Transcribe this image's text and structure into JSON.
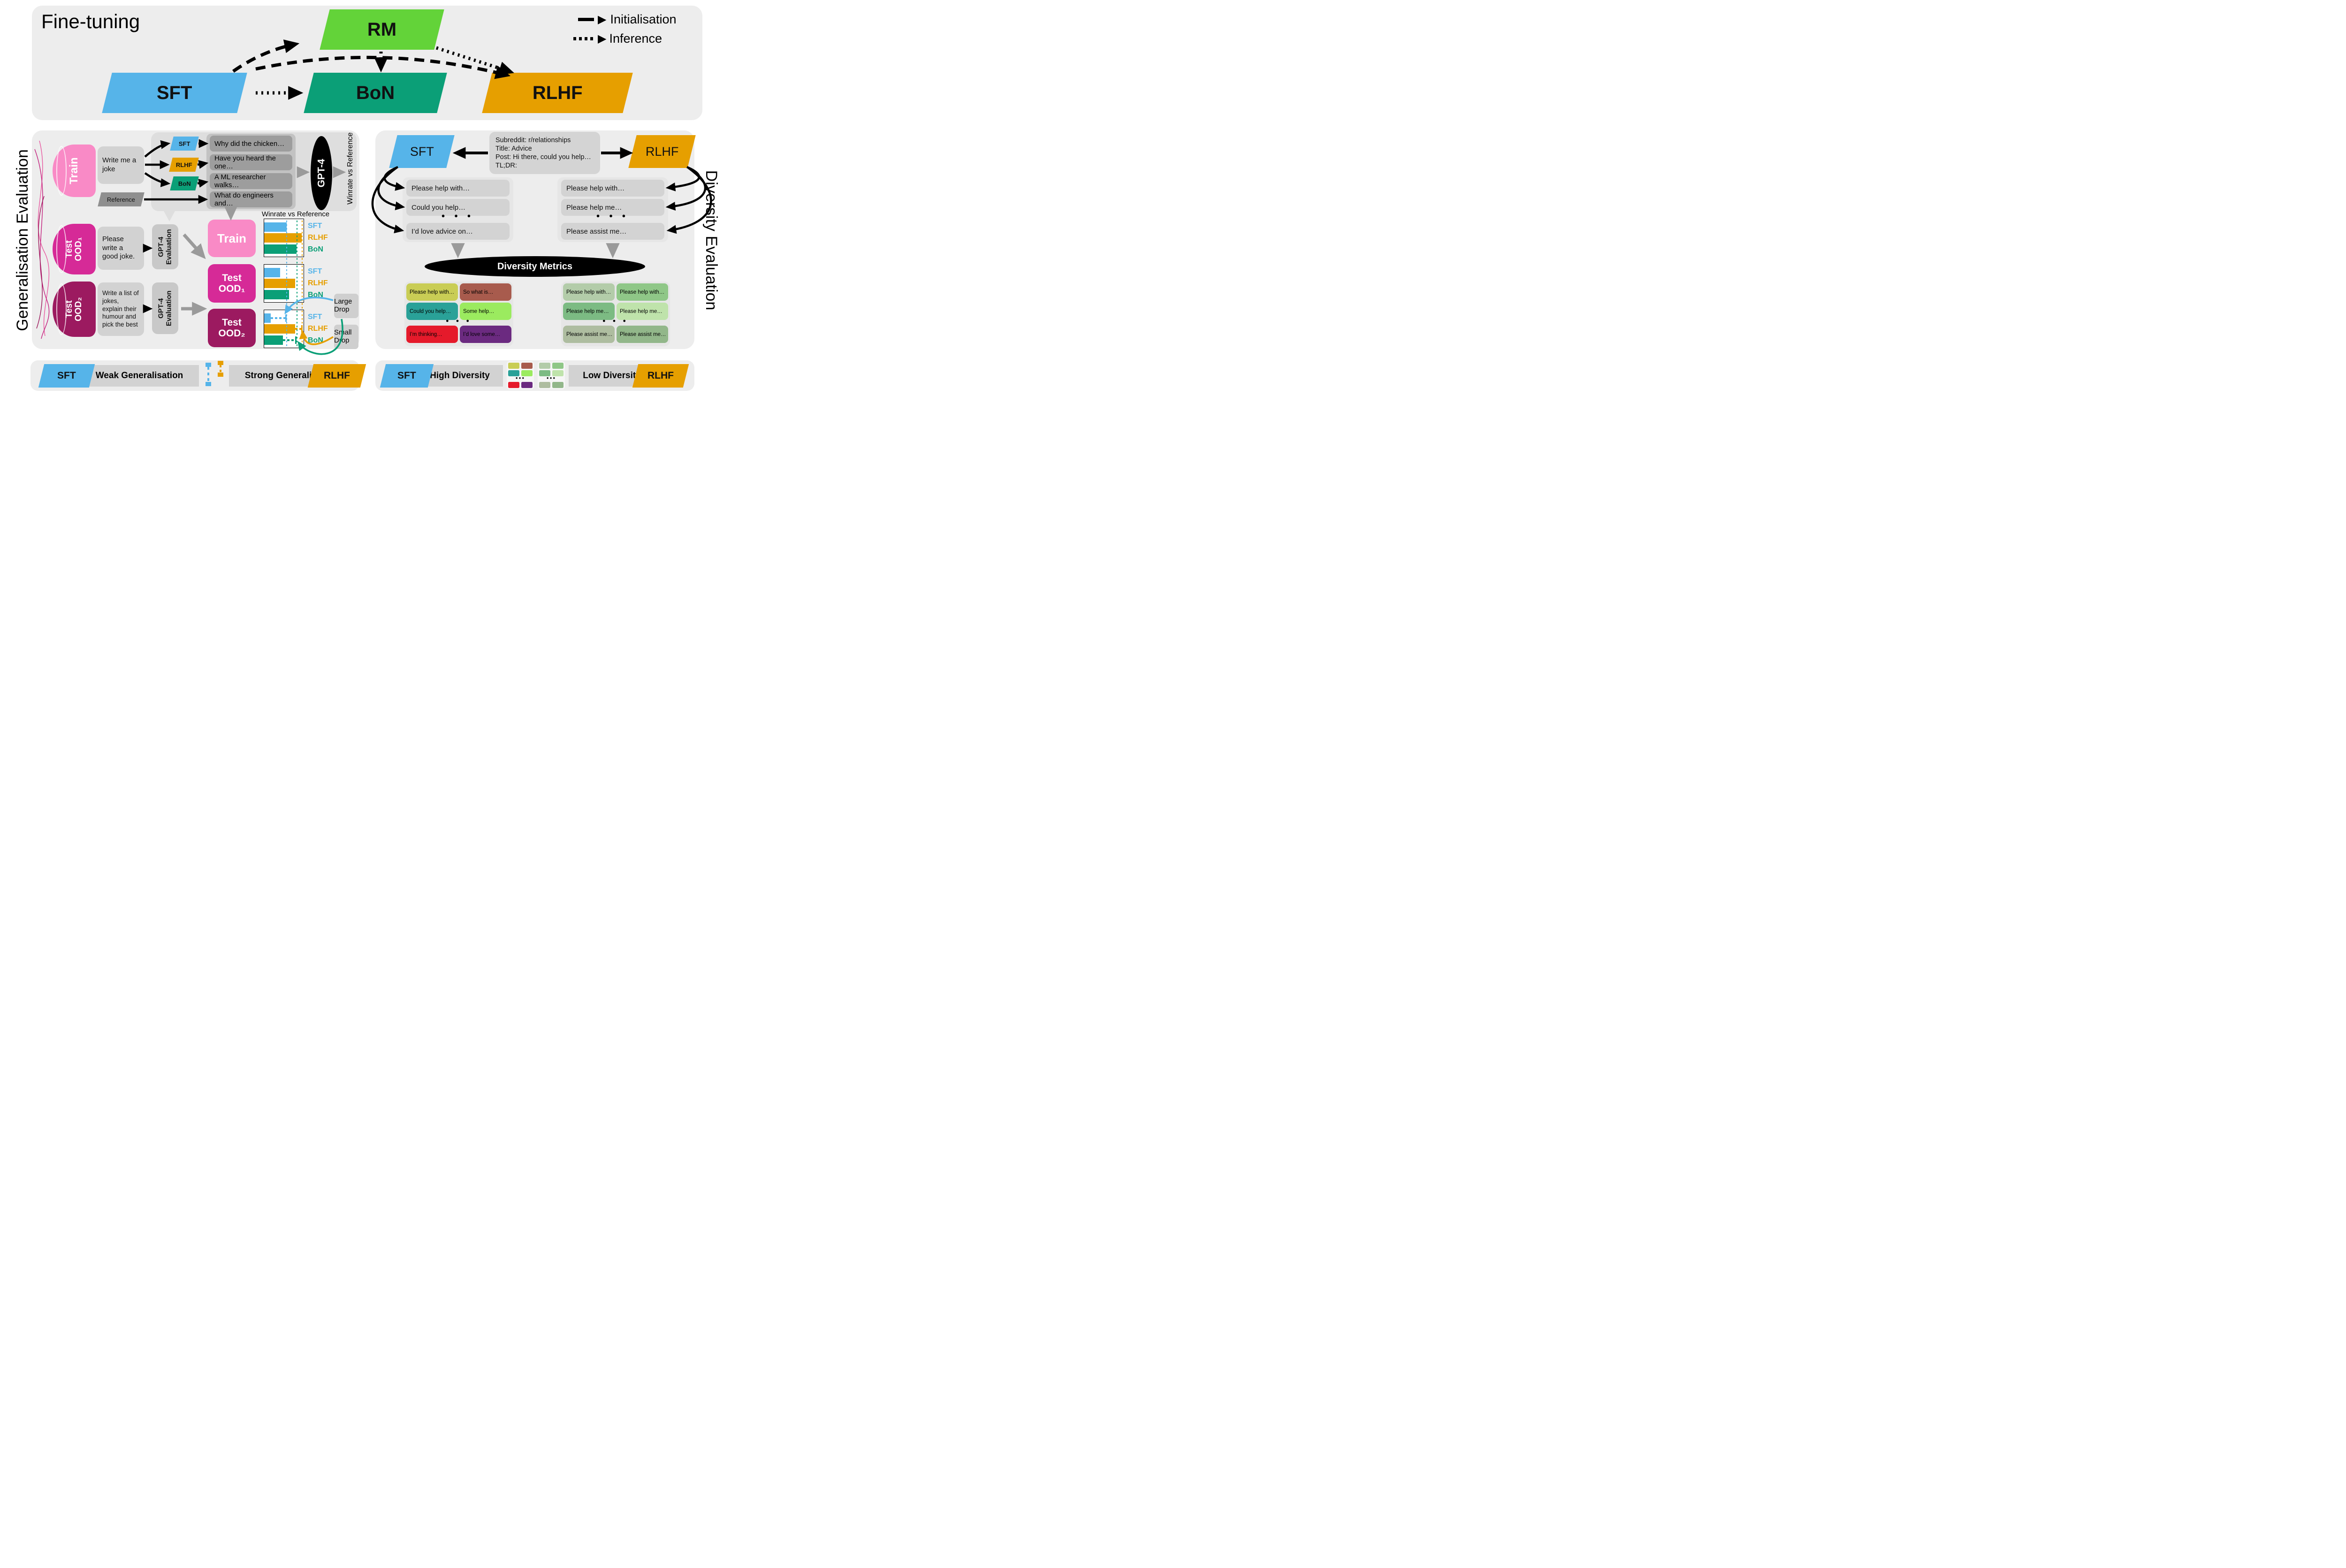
{
  "palette": {
    "sft_blue": "#56B4E9",
    "rlhf_orange": "#E69F00",
    "bon_teal": "#0B9F77",
    "rm_green": "#63D339",
    "train_pink": "#F98AC6",
    "ood1_magenta": "#D62A97",
    "ood2_maroon": "#9C1A60",
    "section_bg": "#EDEDED",
    "panel_grey": "#DEDEDE",
    "resp_grey": "#9D9D9D",
    "ref_grey": "#8F8F8F",
    "black": "#000000"
  },
  "fine_tuning": {
    "title": "Fine-tuning",
    "nodes": {
      "rm": "RM",
      "sft": "SFT",
      "bon": "BoN",
      "rlhf": "RLHF"
    },
    "legend": [
      {
        "style": "dashed",
        "label": "Initialisation"
      },
      {
        "style": "dotted",
        "label": "Inference"
      }
    ],
    "arrow_glyph": "▶"
  },
  "generalisation": {
    "section_label": "Generalisation Evaluation",
    "rows": [
      {
        "dataset_line1": "Train",
        "dataset_line2": "",
        "prompt": "Write me a joke"
      },
      {
        "dataset_line1": "Test",
        "dataset_line2": "OOD₁",
        "prompt": "Please write a good joke."
      },
      {
        "dataset_line1": "Test",
        "dataset_line2": "OOD₂",
        "prompt": "Write a list of jokes, explain their humour and pick the best"
      }
    ],
    "model_chips": [
      "SFT",
      "RLHF",
      "BoN"
    ],
    "reference_label": "Reference",
    "responses": [
      "Why did the chicken…",
      "Have you heard the one…",
      "A ML researcher walks…",
      "What do engineers and…"
    ],
    "judge": "GPT-4",
    "judge_output_label": "Winrate vs Reference",
    "eval_box_line1": "GPT-4",
    "eval_box_line2": "Evaluation",
    "chart_title": "Winrate vs Reference",
    "large_drop": "Large Drop",
    "small_drop": "Small Drop"
  },
  "chart_data": [
    {
      "type": "bar",
      "title": "Winrate vs Reference",
      "row": "Train",
      "categories": [
        "SFT",
        "RLHF",
        "BoN"
      ],
      "values": [
        0.57,
        0.95,
        0.82
      ],
      "xlim": [
        0,
        1
      ],
      "colors": [
        "#56B4E9",
        "#E69F00",
        "#0B9F77"
      ],
      "grid": false,
      "legend_position": "right"
    },
    {
      "type": "bar",
      "row": "Test OOD1",
      "categories": [
        "SFT",
        "RLHF",
        "BoN"
      ],
      "values": [
        0.4,
        0.78,
        0.63
      ],
      "xlim": [
        0,
        1
      ],
      "colors": [
        "#56B4E9",
        "#E69F00",
        "#0B9F77"
      ],
      "grid": false,
      "legend_position": "right"
    },
    {
      "type": "bar",
      "row": "Test OOD2",
      "categories": [
        "SFT",
        "RLHF",
        "BoN"
      ],
      "values": [
        0.17,
        0.79,
        0.48
      ],
      "xlim": [
        0,
        1
      ],
      "colors": [
        "#56B4E9",
        "#E69F00",
        "#0B9F77"
      ],
      "grid": false,
      "legend_position": "right",
      "extensions": [
        {
          "to": 0.55,
          "style": "dotted"
        },
        {
          "to": 0.95,
          "style": "dotted"
        },
        {
          "to": 0.8,
          "style": "dotted"
        }
      ],
      "annotations": [
        "Large Drop → SFT",
        "Small Drop → RLHF",
        "Large Drop → BoN"
      ]
    },
    {
      "type": "guides",
      "note": "dotted reference lines through all three bar charts",
      "values": [
        0.57,
        0.82,
        0.95
      ],
      "colors": [
        "#56B4E9",
        "#0B9F77",
        "#E69F00"
      ]
    }
  ],
  "diversity": {
    "section_label": "Diversity Evaluation",
    "sft": "SFT",
    "rlhf": "RLHF",
    "prompt_lines": [
      "Subreddit: r/relationships",
      "Title: Advice",
      "Post: Hi there, could you help…",
      "TL;DR:"
    ],
    "sft_outputs": [
      "Please help with…",
      "Could you help…",
      "I’d love advice on…"
    ],
    "rlhf_outputs": [
      "Please help with…",
      "Please help me…",
      "Please assist me…"
    ],
    "dots": "● ● ●",
    "metrics_label": "Diversity Metrics",
    "sft_grid": [
      {
        "text": "Please help with…",
        "color": "#C9CD55"
      },
      {
        "text": "So what is…",
        "color": "#A85B4D"
      },
      {
        "text": "Could you help…",
        "color": "#2AA198"
      },
      {
        "text": "Some help…",
        "color": "#9BEB5F"
      },
      {
        "text": "I’m thinking…",
        "color": "#E51A2B"
      },
      {
        "text": "I’d love some…",
        "color": "#6B2A80"
      }
    ],
    "rlhf_grid": [
      {
        "text": "Please help with…",
        "color": "#B3CCA9"
      },
      {
        "text": "Please help with…",
        "color": "#8FC787"
      },
      {
        "text": "Please help me…",
        "color": "#7CBB83"
      },
      {
        "text": "Please help me…",
        "color": "#BFE3AB"
      },
      {
        "text": "Please assist me…",
        "color": "#AEBDA0"
      },
      {
        "text": "Please assist me…",
        "color": "#92B78A"
      }
    ]
  },
  "legend_bottom": {
    "generalisation": {
      "sft": "SFT",
      "weak": "Weak Generalisation",
      "strong": "Strong Generalisation",
      "rlhf": "RLHF"
    },
    "diversity": {
      "sft": "SFT",
      "high": "High Diversity",
      "low": "Low Diversity",
      "rlhf": "RLHF",
      "mini_high_colors": [
        "#C9CD55",
        "#A85B4D",
        "#2AA198",
        "#9BEB5F",
        "#E51A2B",
        "#6B2A80"
      ],
      "mini_low_colors": [
        "#B3CCA9",
        "#8FC787",
        "#7CBB83",
        "#BFE3AB",
        "#AEBDA0",
        "#92B78A"
      ],
      "mini_dots": "●●●"
    }
  }
}
